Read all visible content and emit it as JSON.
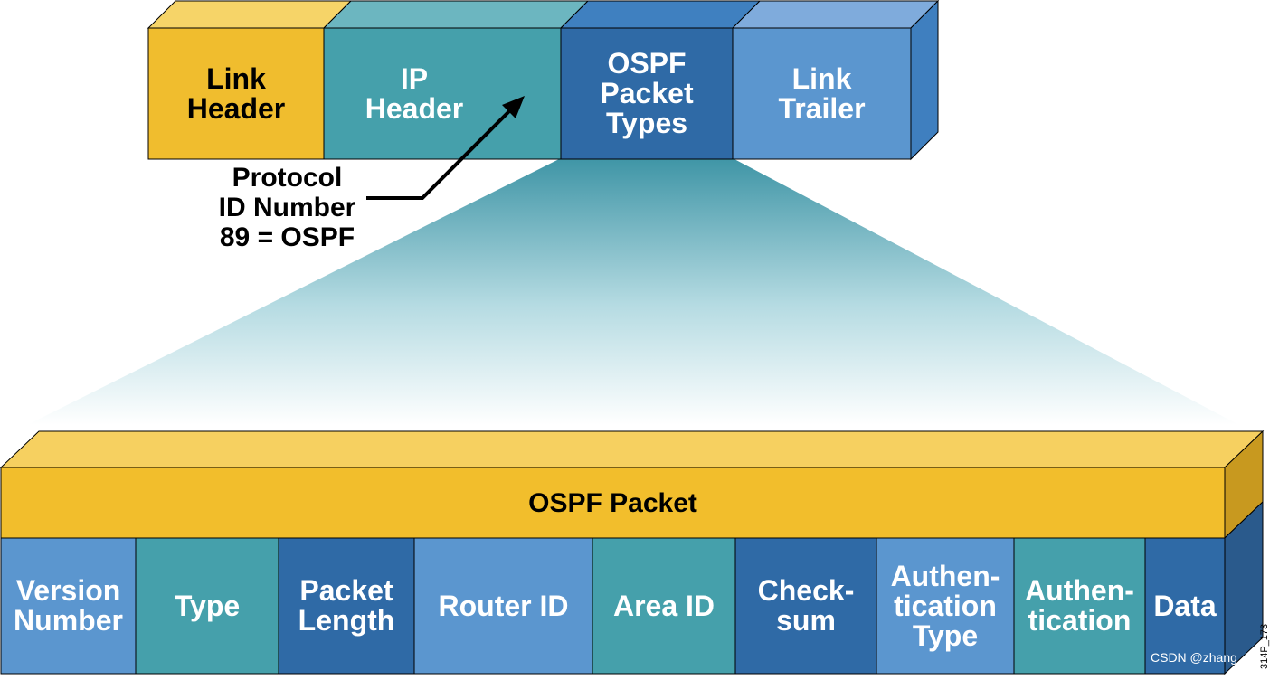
{
  "top_frame": {
    "fields": [
      {
        "label": "Link\nHeader",
        "front": "#f0bd2e",
        "top": "#f6d468"
      },
      {
        "label": "IP\nHeader",
        "front": "#45a0ab",
        "top": "#6cb6c0"
      },
      {
        "label": "OSPF\nPacket\nTypes",
        "front": "#2f6aa6",
        "top": "#3f80c0"
      },
      {
        "label": "Link\nTrailer",
        "front": "#5b96cf",
        "top": "#7fabdc"
      }
    ],
    "side_color": "#3f7fbf"
  },
  "protocol_note": "Protocol\nID Number\n89 = OSPF",
  "ospf_packet": {
    "title": "OSPF Packet",
    "title_colors": {
      "front": "#f2be2c",
      "top": "#f6d060",
      "side": "#c8991f"
    },
    "fields": [
      {
        "label": "Version\nNumber",
        "color": "#5b96cf"
      },
      {
        "label": "Type",
        "color": "#45a0ab"
      },
      {
        "label": "Packet\nLength",
        "color": "#2f6aa6"
      },
      {
        "label": "Router ID",
        "color": "#5b96cf"
      },
      {
        "label": "Area ID",
        "color": "#45a0ab"
      },
      {
        "label": "Check-\nsum",
        "color": "#2f6aa6"
      },
      {
        "label": "Authen-\ntication\nType",
        "color": "#5b96cf"
      },
      {
        "label": "Authen-\ntication",
        "color": "#45a0ab"
      },
      {
        "label": "Data",
        "color": "#2f6aa6"
      }
    ],
    "side_color": "#2a5a8c"
  },
  "watermark": "CSDN @zhang_504",
  "figure_id": "314P_173"
}
